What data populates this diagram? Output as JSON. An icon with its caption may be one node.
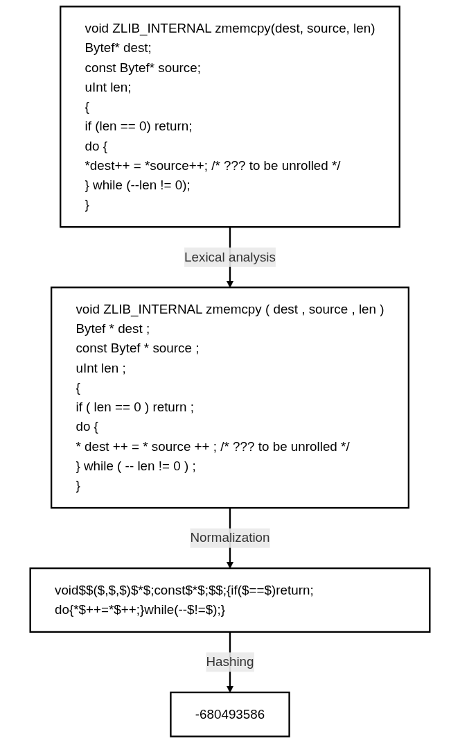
{
  "diagram": {
    "nodes": [
      {
        "text": [
          "void ZLIB_INTERNAL zmemcpy(dest, source, len)",
          "Bytef* dest;",
          "const Bytef* source;",
          "uInt  len;",
          "{",
          "if (len == 0) return;",
          "do {",
          "*dest++ = *source++; /* ??? to be unrolled */",
          "} while (--len != 0);",
          "}"
        ]
      },
      {
        "text": [
          "void ZLIB_INTERNAL zmemcpy ( dest , source , len )",
          "Bytef * dest ;",
          "const Bytef * source ;",
          "uInt len ;",
          "{",
          "if ( len == 0 ) return ;",
          "do {",
          "* dest ++ = * source ++ ; /* ??? to be unrolled */",
          "} while ( -- len != 0 ) ;",
          "}"
        ]
      },
      {
        "text": [
          "void$$($,$,$)$*$;const$*$;$$;{if($==$)return; do{*$++=*$++;}while(--$!=$);}"
        ]
      },
      {
        "text": [
          "-680493586"
        ]
      }
    ],
    "edges": [
      {
        "from": 0,
        "to": 1,
        "arrow": "to",
        "label": "Lexical analysis"
      },
      {
        "from": 1,
        "to": 2,
        "arrow": "to",
        "label": "Normalization"
      },
      {
        "from": 2,
        "to": 3,
        "arrow": "to",
        "label": "Hashing"
      }
    ]
  }
}
